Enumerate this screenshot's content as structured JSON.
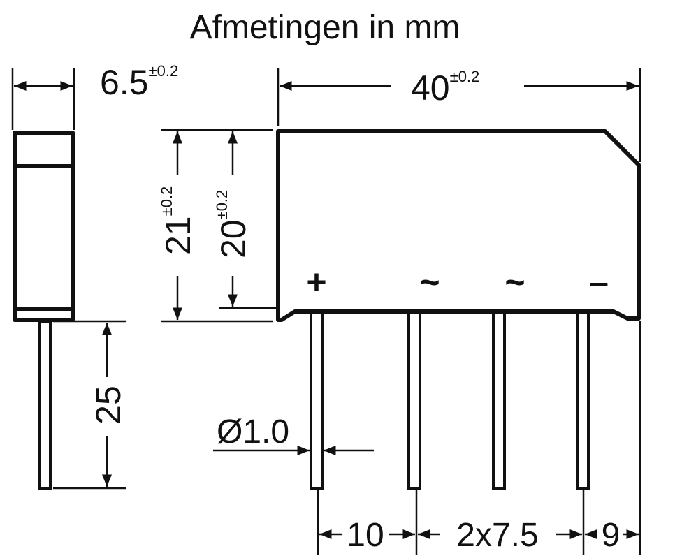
{
  "title": "Afmetingen in mm",
  "dimensions": {
    "body_thickness": {
      "value": "6.5",
      "tolerance": "±0.2"
    },
    "body_length": {
      "value": "40",
      "tolerance": "±0.2"
    },
    "total_height": {
      "value": "21",
      "tolerance": "±0.2"
    },
    "body_height": {
      "value": "20",
      "tolerance": "±0.2"
    },
    "lead_length": {
      "value": "25"
    },
    "lead_diameter": {
      "value": "Ø1.0"
    },
    "pin_spacing_first": {
      "value": "10"
    },
    "pin_spacing_middle": {
      "value": "2x7.5"
    },
    "pin_spacing_last": {
      "value": "9"
    }
  },
  "pin_markings": {
    "plus": "+",
    "ac1": "~",
    "ac2": "~",
    "minus": "–"
  }
}
